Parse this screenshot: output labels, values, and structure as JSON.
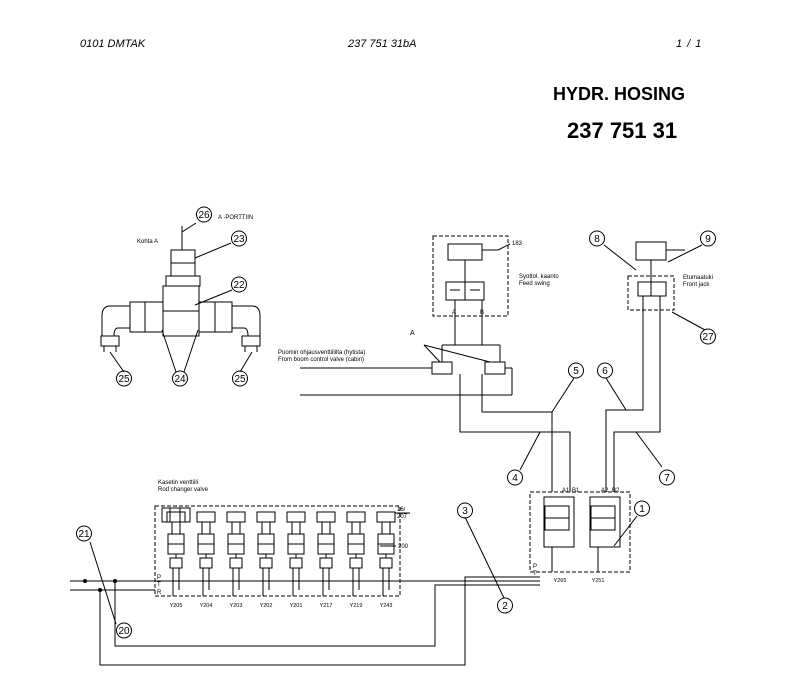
{
  "header": {
    "doc_code": "0101 DMTAK",
    "drawing_ref": "237 751 31bA",
    "page": "1 /  1"
  },
  "title": "HYDR. HOSING",
  "number": "237 751 31",
  "callouts": {
    "c1": "1",
    "c2": "2",
    "c3": "3",
    "c4": "4",
    "c5": "5",
    "c6": "6",
    "c7": "7",
    "c8": "8",
    "c9": "9",
    "c20": "20",
    "c21": "21",
    "c22": "22",
    "c23": "23",
    "c24": "24",
    "c25a": "25",
    "c25b": "25",
    "c26": "26",
    "c27": "27"
  },
  "labels": {
    "kohta_a": "Kohta A",
    "a_porttiin": "A -PORTTIIN",
    "ref_183": "183",
    "syottol_fi": "Syottol. kaanto",
    "syottol_en": "Feed swing",
    "port_a": "A",
    "port_b": "B",
    "etumaatuki_fi": "Etumaatuki",
    "etumaatuki_en": "Front jack",
    "point_a": "A",
    "boom_fi": "Puomin ohjausventtiililta (hytista)",
    "boom_en": "From boom control valve (cabin)",
    "rod_fi": "Kasetin venttiili",
    "rod_en": "Rod changer valve",
    "ref_16": "16/",
    "ref_207": "207",
    "ref_200": "200",
    "port_p": "P",
    "port_t": "T",
    "port_r": "R",
    "right_p": "P",
    "right_t": "T",
    "a1": "A1",
    "b1": "B1",
    "a2": "A2",
    "b2": "B2"
  },
  "valves": [
    "Y205",
    "Y204",
    "Y203",
    "Y202",
    "Y201",
    "Y217",
    "Y219",
    "Y243"
  ],
  "right_valves": [
    "Y265",
    "Y251"
  ]
}
